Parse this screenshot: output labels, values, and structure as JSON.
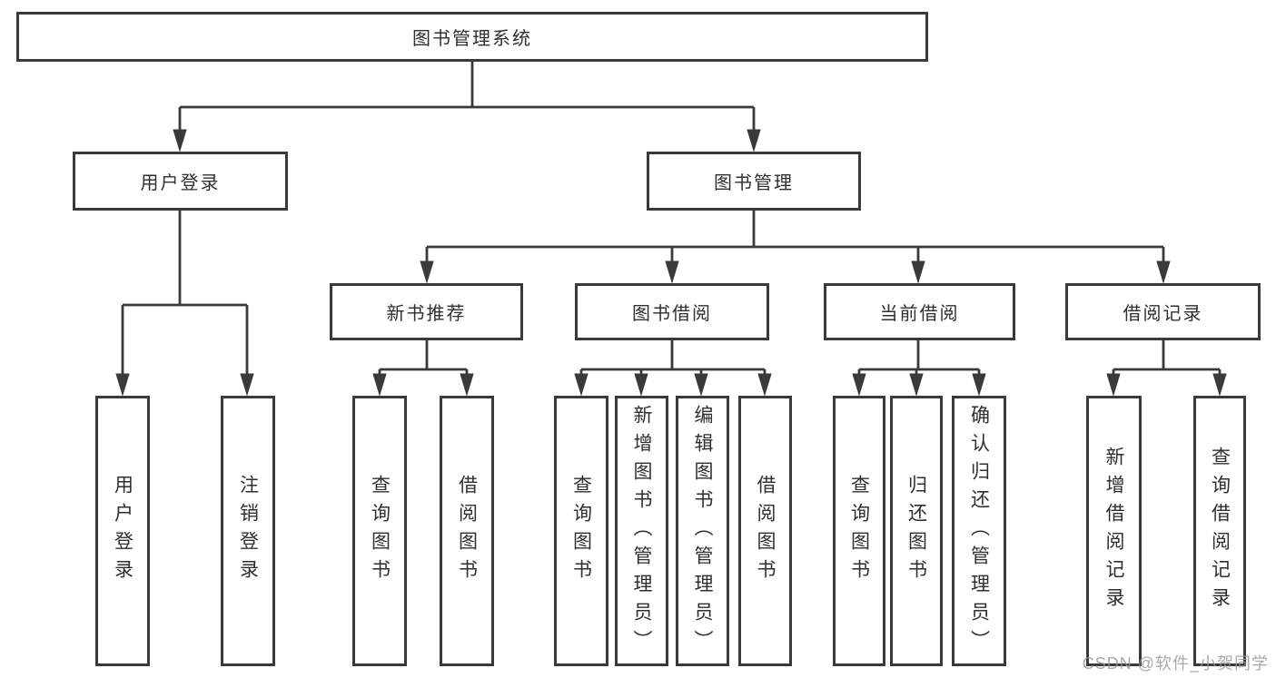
{
  "root": {
    "label": "图书管理系统"
  },
  "level2": [
    {
      "label": "用户登录"
    },
    {
      "label": "图书管理"
    }
  ],
  "level3": [
    {
      "label": "新书推荐"
    },
    {
      "label": "图书借阅"
    },
    {
      "label": "当前借阅"
    },
    {
      "label": "借阅记录"
    }
  ],
  "leaves": [
    {
      "label": "用户登录"
    },
    {
      "label": "注销登录"
    },
    {
      "label": "查询图书"
    },
    {
      "label": "借阅图书"
    },
    {
      "label": "查询图书"
    },
    {
      "label": "新增图书（管理员）"
    },
    {
      "label": "编辑图书（管理员）"
    },
    {
      "label": "借阅图书"
    },
    {
      "label": "查询图书"
    },
    {
      "label": "归还图书"
    },
    {
      "label": "确认归还（管理员）"
    },
    {
      "label": "新增借阅记录"
    },
    {
      "label": "查询借阅记录"
    }
  ],
  "watermark": {
    "label": "CSDN @软件_小贺同学"
  },
  "colors": {
    "line": "#3a3a3a",
    "text": "#2f2f2f",
    "background": "#ffffff",
    "watermark": "#969696"
  }
}
